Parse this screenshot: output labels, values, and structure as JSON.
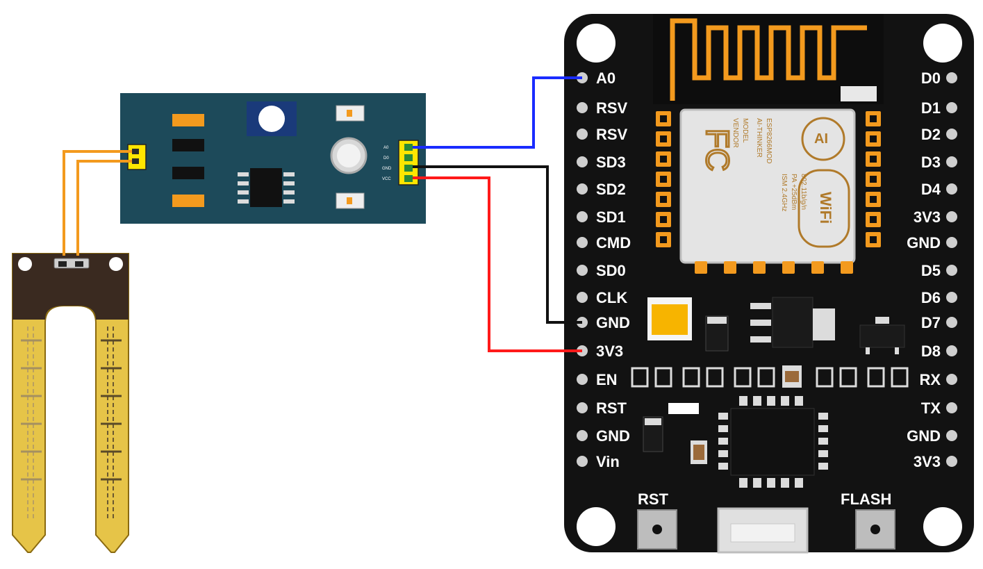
{
  "nodemcu": {
    "left_pins": [
      "A0",
      "RSV",
      "RSV",
      "SD3",
      "SD2",
      "SD1",
      "CMD",
      "SD0",
      "CLK",
      "GND",
      "3V3",
      "EN",
      "RST",
      "GND",
      "Vin"
    ],
    "right_pins": [
      "D0",
      "D1",
      "D2",
      "D3",
      "D4",
      "3V3",
      "GND",
      "D5",
      "D6",
      "D7",
      "D8",
      "RX",
      "TX",
      "GND",
      "3V3"
    ],
    "buttons": {
      "rst": "RST",
      "flash": "FLASH"
    },
    "chip": {
      "brand_fc": "FC",
      "brand_ai": "AI",
      "wifi_logo": "WiFi",
      "lines": [
        "MODEL",
        "VENDOR",
        "ESP8266MOD",
        "AI-THINKER",
        "ISM 2.4GHz",
        "PA +25dBm",
        "802.11b/g/n"
      ]
    }
  },
  "sensor_module": {
    "pin_labels": [
      "A0",
      "D0",
      "GND",
      "VCC"
    ]
  },
  "wires": {
    "analog": "#1a2cff",
    "ground": "#111111",
    "power": "#ff1a1a",
    "probe": "#f39a1e"
  }
}
